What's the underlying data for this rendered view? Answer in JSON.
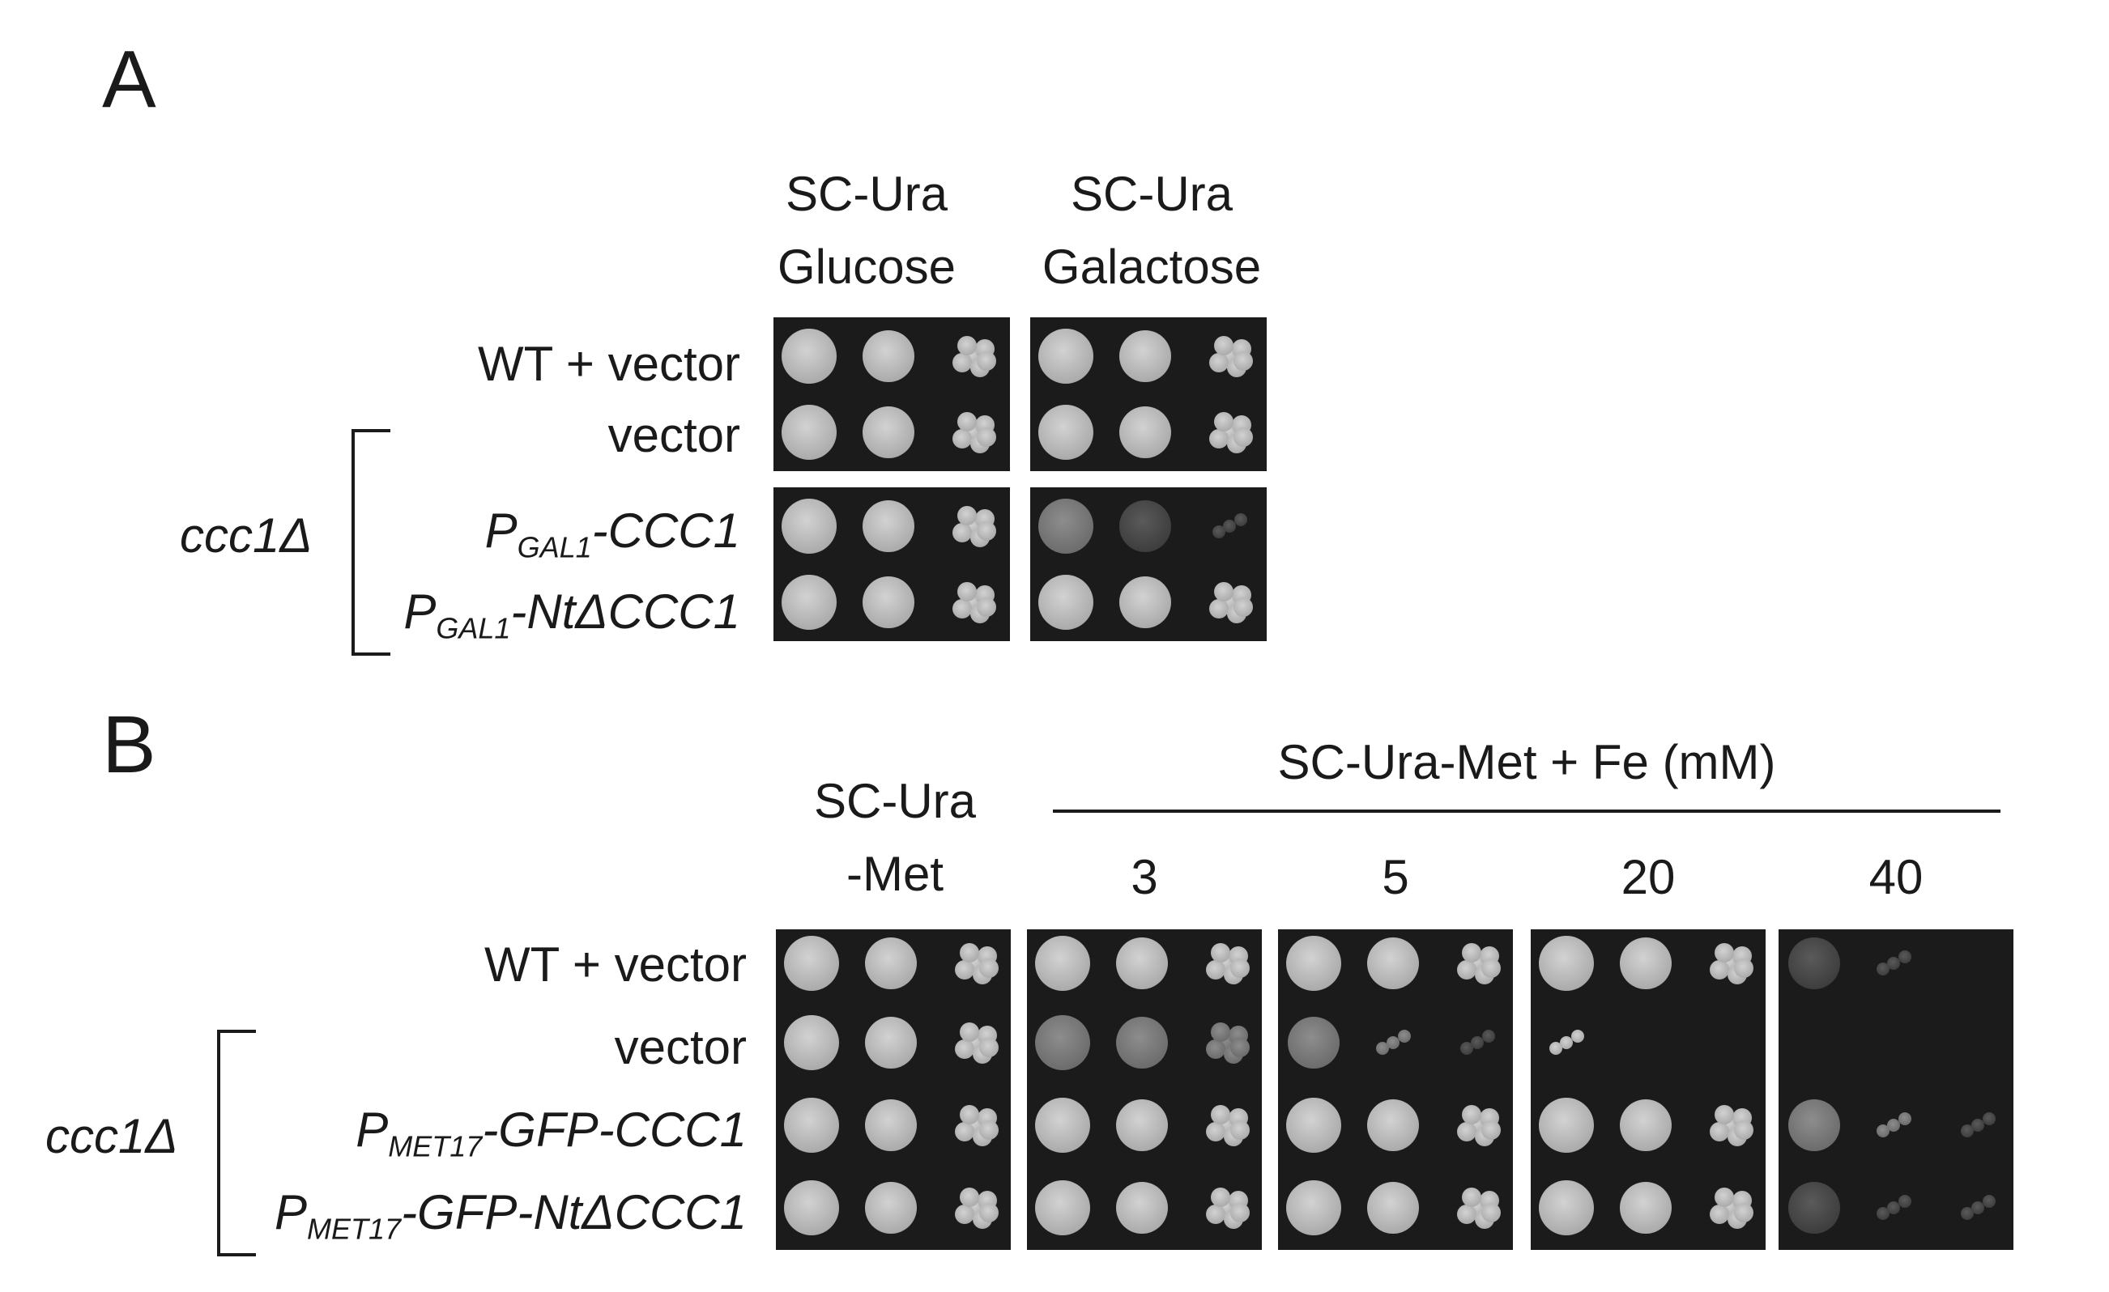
{
  "panelA": {
    "letter": "A",
    "columns": [
      {
        "line1": "SC-Ura",
        "line2": "Glucose"
      },
      {
        "line1": "SC-Ura",
        "line2": "Galactose"
      }
    ],
    "rows": [
      {
        "pre": "WT + vector",
        "sub": "",
        "post": "",
        "italic": false
      },
      {
        "pre": "vector",
        "sub": "",
        "post": "",
        "italic": false
      },
      {
        "pre": "P",
        "sub": "GAL1",
        "post": "-CCC1",
        "italic": true
      },
      {
        "pre": "P",
        "sub": "GAL1",
        "post": "-NtΔCCC1",
        "italic": true
      }
    ],
    "bracket_label": "ccc1Δ"
  },
  "panelB": {
    "letter": "B",
    "first_column": {
      "line1": "SC-Ura",
      "line2": "-Met"
    },
    "group_header": "SC-Ura-Met  + Fe (mM)",
    "concentrations": [
      "3",
      "5",
      "20",
      "40"
    ],
    "rows": [
      {
        "pre": "WT + vector",
        "sub": "",
        "post": "",
        "italic": false
      },
      {
        "pre": "vector",
        "sub": "",
        "post": "",
        "italic": false
      },
      {
        "pre": "P",
        "sub": "MET17",
        "post": "-GFP-CCC1",
        "italic": true
      },
      {
        "pre": "P",
        "sub": "MET17",
        "post": "-GFP-NtΔCCC1",
        "italic": true
      }
    ],
    "bracket_label": "ccc1Δ"
  }
}
